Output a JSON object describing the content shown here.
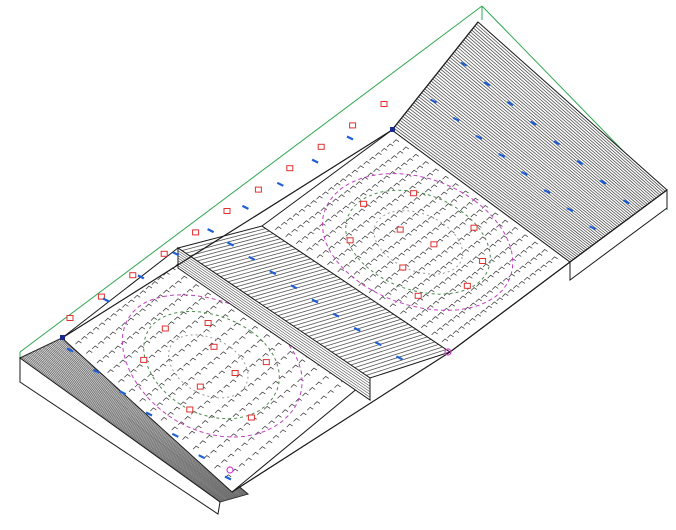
{
  "view": {
    "kind": "isometric-cad-model",
    "description_visible_text": ""
  },
  "colors": {
    "background": "#ffffff",
    "bounding_box": "#2fa84f",
    "structure": "#1a1a1a",
    "ridge_lines": "#555555",
    "marker_red": "#e03030",
    "marker_blue": "#1d5fd6",
    "contour_green": "#4a8a4a",
    "contour_magenta": "#c040c0",
    "contour_gray": "#9a9a9a",
    "corner_dark": "#1a2a8a",
    "corner_magenta": "#d040d0"
  },
  "sections": [
    {
      "name": "left-field-grid",
      "type": "grid-area"
    },
    {
      "name": "middle-ridged-band",
      "type": "ridged-roof"
    },
    {
      "name": "right-field-grid",
      "type": "grid-area"
    },
    {
      "name": "right-ridged-band",
      "type": "ridged-roof"
    },
    {
      "name": "bottom-ridged-band",
      "type": "ridged-roof"
    }
  ],
  "icons": {
    "red_marker": "square-marker-icon",
    "blue_marker": "dash-marker-icon",
    "corner_marker": "corner-node-icon"
  }
}
